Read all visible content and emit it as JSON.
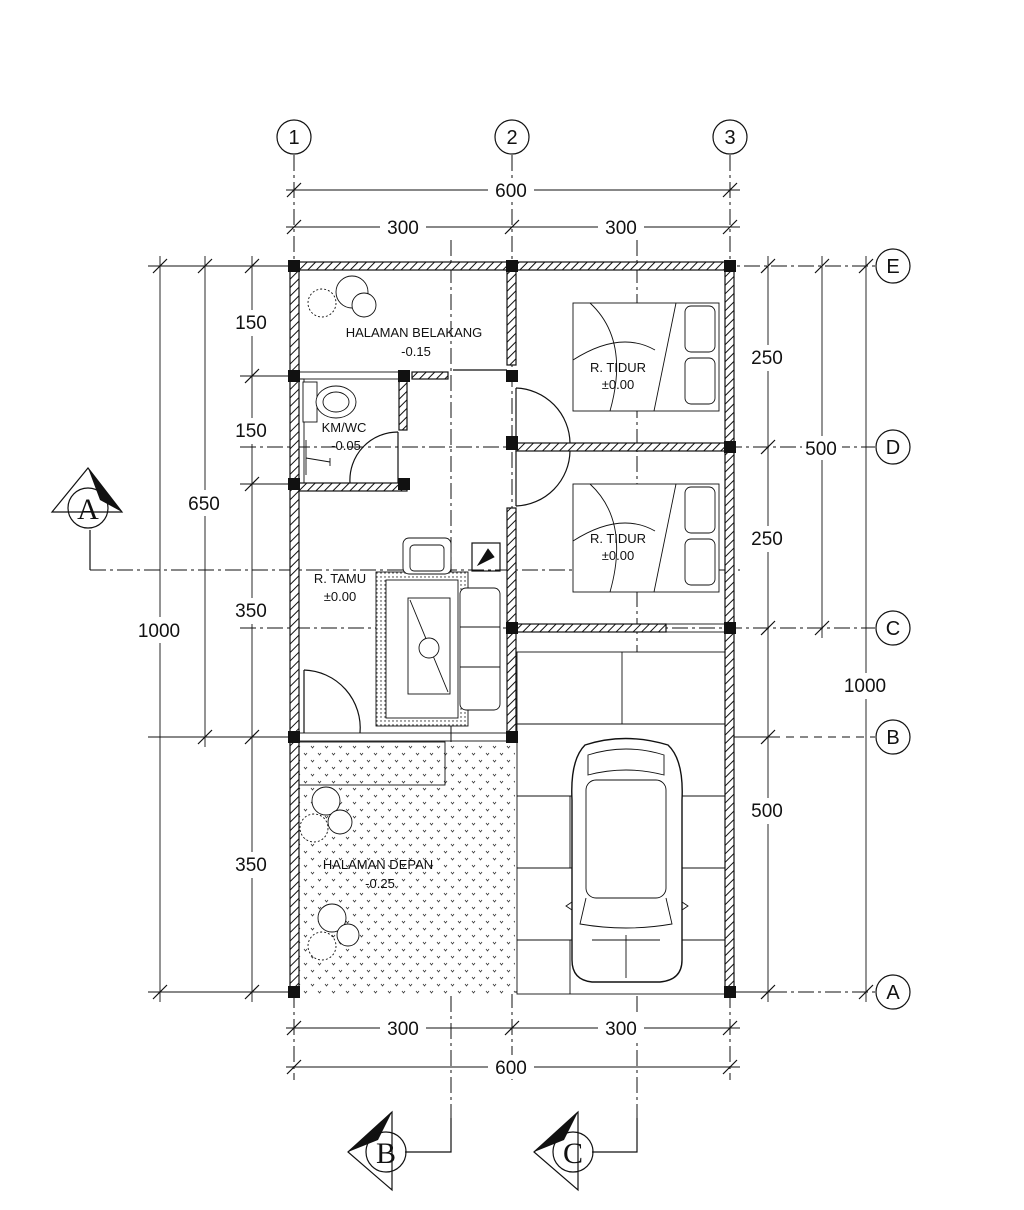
{
  "grid": {
    "columns": [
      "1",
      "2",
      "3"
    ],
    "rows": [
      "E",
      "D",
      "C",
      "B",
      "A"
    ]
  },
  "dimensions": {
    "top_total": "600",
    "top_left": "300",
    "top_right": "300",
    "bottom_total": "600",
    "bottom_left": "300",
    "bottom_right": "300",
    "left_outer_total": "1000",
    "left_mid": "650",
    "left_seg1": "150",
    "left_seg2": "150",
    "left_seg3": "350",
    "left_seg4": "350",
    "right_seg_top": "250",
    "right_seg_mid": "250",
    "right_d_to_c": "500",
    "right_bottom": "500",
    "right_outer_total": "1000"
  },
  "rooms": {
    "backyard_name": "HALAMAN BELAKANG",
    "backyard_level": "-0.15",
    "bath_name": "KM/WC",
    "bath_level": "-0.05",
    "bedroom1_name": "R. TIDUR",
    "bedroom1_level": "±0.00",
    "bedroom2_name": "R. TIDUR",
    "bedroom2_level": "±0.00",
    "living_name": "R. TAMU",
    "living_level": "±0.00",
    "frontyard_name": "HALAMAN DEPAN",
    "frontyard_level": "-0.25"
  },
  "sections": {
    "a": "A",
    "b": "B",
    "c": "C"
  }
}
